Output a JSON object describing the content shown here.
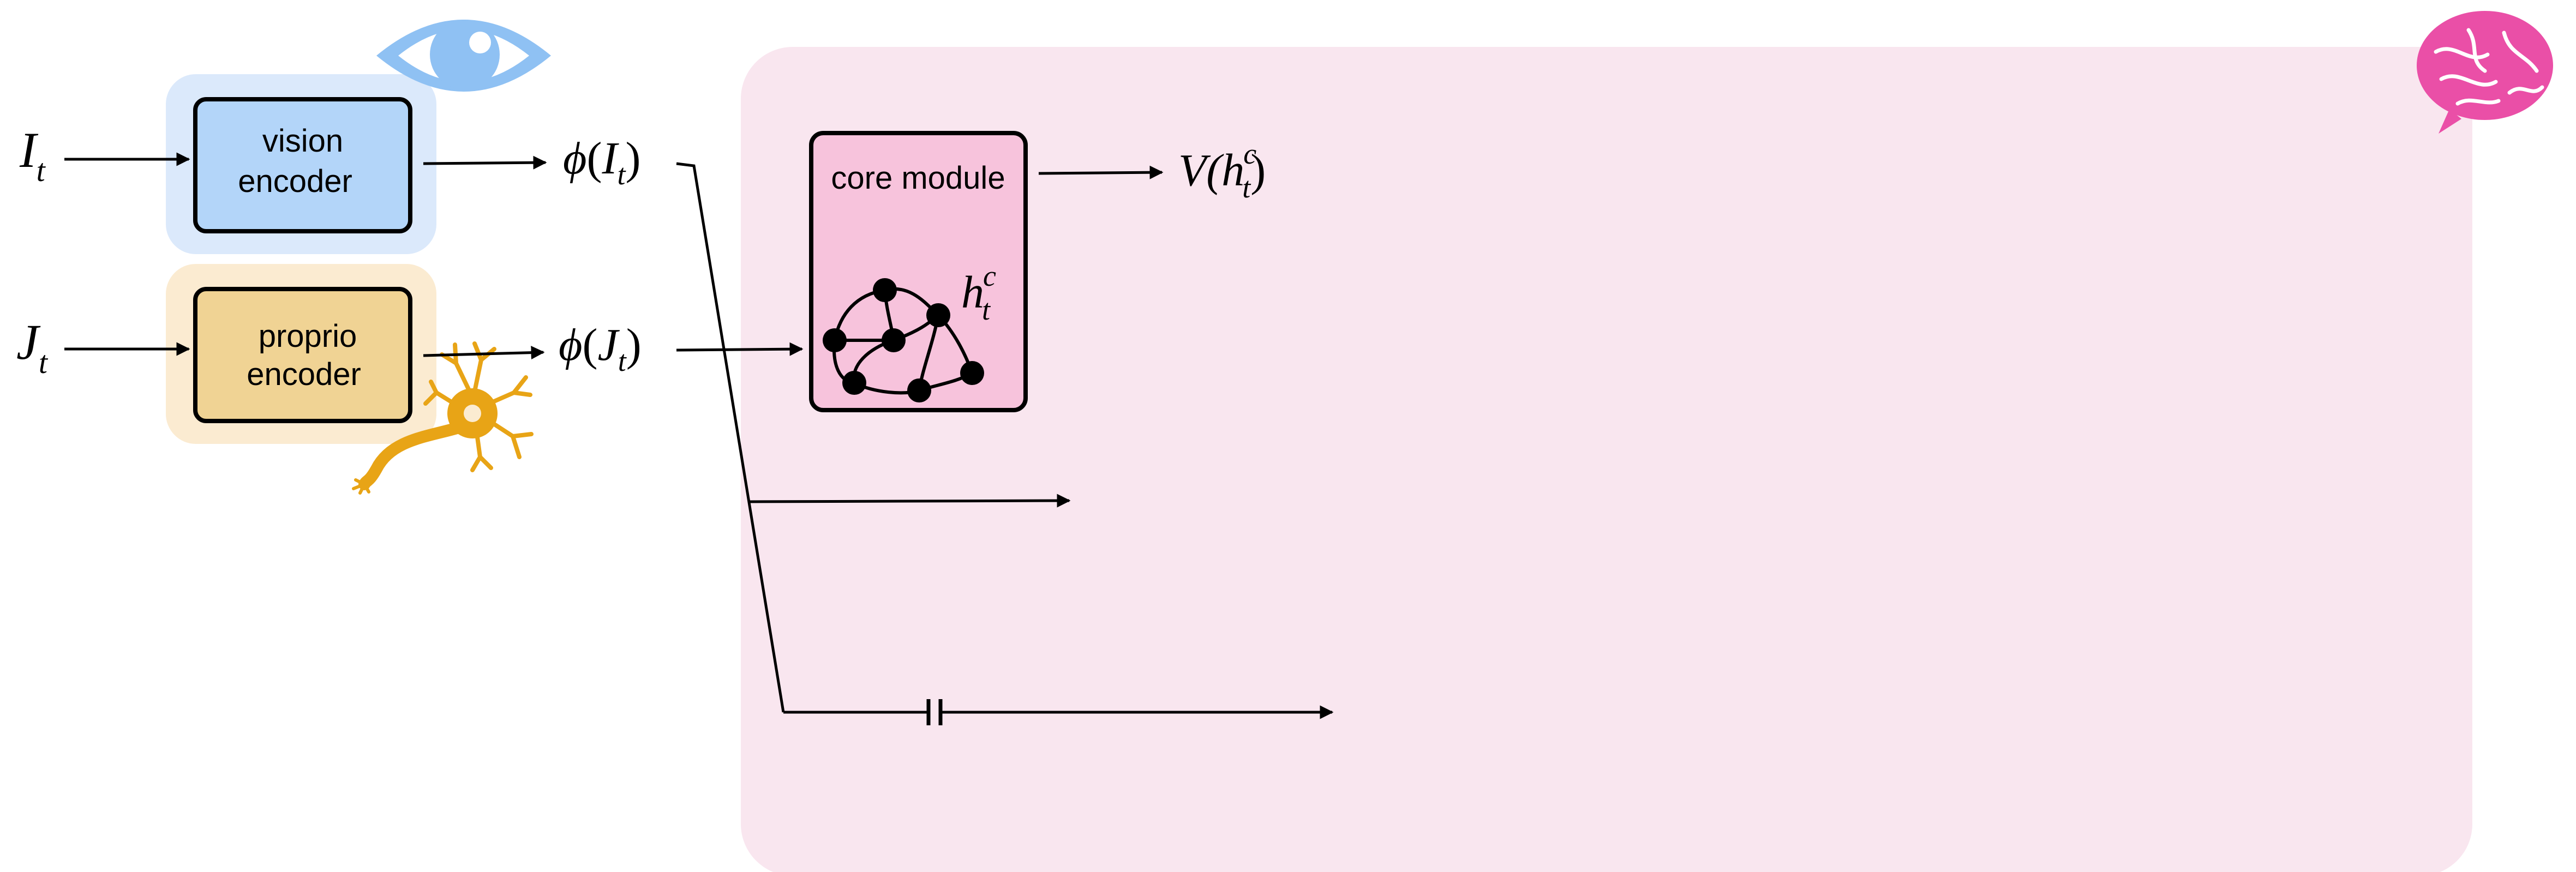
{
  "diagram": {
    "inputs": {
      "image": {
        "base": "I",
        "sub": "t"
      },
      "joints": {
        "base": "J",
        "sub": "t"
      }
    },
    "encoders": {
      "vision": {
        "line1": "vision",
        "line2": "encoder"
      },
      "proprio": {
        "line1": "proprio",
        "line2": "encoder"
      }
    },
    "features": {
      "vision": {
        "func": "ϕ",
        "open": "(",
        "arg": "I",
        "sub": "t",
        "close": ")"
      },
      "proprio": {
        "func": "ϕ",
        "open": "(",
        "arg": "J",
        "sub": "t",
        "close": ")"
      }
    },
    "core": {
      "label": "core module",
      "state": {
        "base": "h",
        "sub": "t",
        "sup": "c"
      }
    },
    "value_output": {
      "prefix": "V(",
      "base": "h",
      "sub": "t",
      "sup": "c",
      "suffix": ")"
    },
    "icons": [
      "eye-icon",
      "neuron-icon",
      "brain-icon"
    ],
    "colors": {
      "core_panel_bg": "#f9e6ef",
      "vision_halo": "#dbe9fb",
      "vision_box": "#b3d5f9",
      "proprio_halo": "#fbebd1",
      "proprio_box": "#f0d394",
      "core_box": "#f7c3dc",
      "eye": "#8fc1f3",
      "neuron": "#e8a416",
      "brain": "#ea4fa7",
      "stroke": "#000000"
    }
  }
}
